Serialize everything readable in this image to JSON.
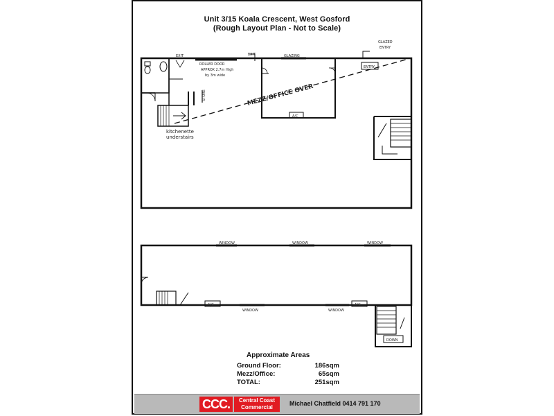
{
  "header": {
    "title": "Unit 3/15 Koala Crescent, West Gosford",
    "subtitle": "(Rough Layout Plan - Not to Scale)"
  },
  "ground_floor": {
    "labels": {
      "exit_left": "EXIT",
      "exit_right": "EXIT",
      "roller_door": "ROLLER DOOR",
      "roller_size_1": "APPROX 2.7m High",
      "roller_size_2": "by 3m wide",
      "glazing": "GLAZING",
      "glazed_entry_1": "GLAZED",
      "glazed_entry_2": "ENTRY",
      "entry": "ENTRY",
      "mezz_over": "MEZZ/OFFICE OVER",
      "ac": "A/C",
      "kitchenette_1": "kitchenette",
      "kitchenette_2": "understairs",
      "store": "STORE"
    }
  },
  "mezzanine": {
    "labels": {
      "window_top_1": "WINDOW",
      "window_top_2": "WINDOW",
      "window_top_3": "WINDOW",
      "window_bottom_1": "WINDOW",
      "window_bottom_2": "WINDOW",
      "ac_1": "A/C",
      "ac_2": "A/C",
      "down": "DOWN"
    }
  },
  "areas": {
    "title": "Approximate Areas",
    "rows": [
      {
        "label": "Ground Floor:",
        "value": "186sqm"
      },
      {
        "label": "Mezz/Office:",
        "value": "65sqm"
      },
      {
        "label": "TOTAL:",
        "value": "251sqm"
      }
    ]
  },
  "footer": {
    "logo_mark": "CCC.",
    "logo_line1": "Central Coast",
    "logo_line2": "Commercial",
    "contact": "Michael Chatfield 0414 791 170",
    "brand_color": "#e11b22",
    "bar_color": "#b9b9b9"
  }
}
